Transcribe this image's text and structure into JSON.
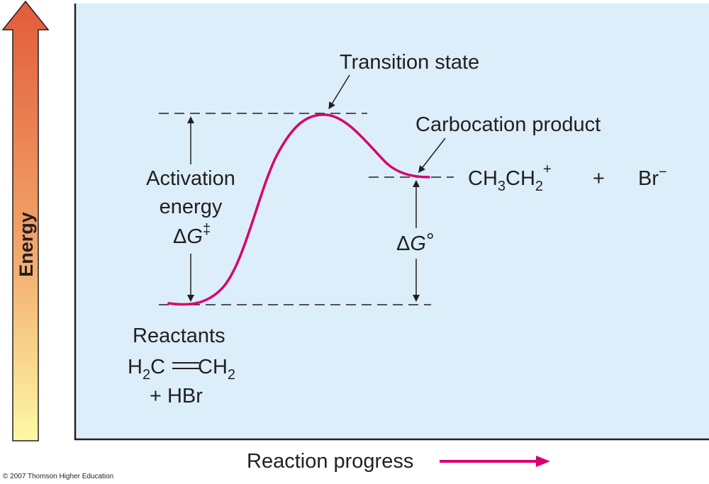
{
  "axis": {
    "y_label": "Energy",
    "x_label": "Reaction progress"
  },
  "labels": {
    "transition_state": "Transition state",
    "carbocation_product": "Carbocation product",
    "activation_energy_line1": "Activation",
    "activation_energy_line2": "energy",
    "delta_symbol": "Δ",
    "g_letter": "G",
    "double_dagger": "‡",
    "degree": "°",
    "reactants_heading": "Reactants",
    "reactant_h": "H",
    "reactant_c": "C",
    "reactant_ch": "CH",
    "sub_2": "2",
    "plus_hbr": "+ HBr",
    "product_ch3": "CH",
    "sub_3": "3",
    "product_ch2": "CH",
    "plus_sign_sup": "+",
    "plus_between": "+",
    "bromide": "Br",
    "minus_sign": "−"
  },
  "copyright": "© 2007 Thomson Higher Education",
  "colors": {
    "curve": "#d6006f",
    "plot_bg": "#dbeefa",
    "arrow_top": "#e25b3a",
    "arrow_bottom": "#fdf9a6",
    "ink": "#231f20"
  }
}
